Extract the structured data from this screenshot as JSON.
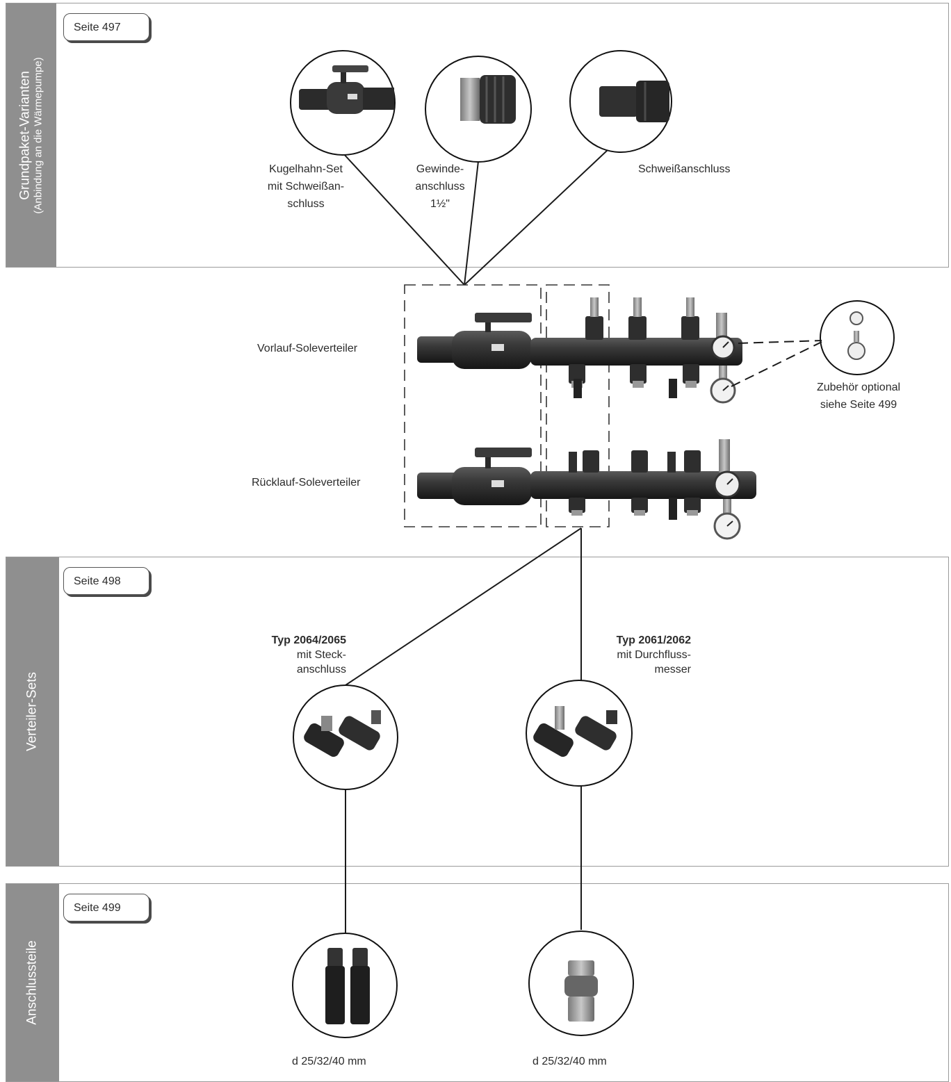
{
  "sections": {
    "grundpaket": {
      "title": "Grundpaket-Varianten",
      "subtitle": "(Anbindung an die Wärmepumpe)",
      "page_ref": "Seite 497",
      "variants": [
        {
          "lines": [
            "Kugelhahn-Set",
            "mit Schweißan-",
            "schluss"
          ]
        },
        {
          "lines": [
            "Gewinde-",
            "anschluss",
            "1½\""
          ]
        },
        {
          "lines": [
            "Schweißanschluss"
          ]
        }
      ]
    },
    "verteiler_sets": {
      "title": "Verteiler-Sets",
      "page_ref": "Seite 498",
      "items": [
        {
          "type": "Typ 2064/2065",
          "lines": [
            "mit Steck-",
            "anschluss"
          ]
        },
        {
          "type": "Typ 2061/2062",
          "lines": [
            "mit Durchfluss-",
            "messer"
          ]
        }
      ]
    },
    "anschlussteile": {
      "title": "Anschlussteile",
      "page_ref": "Seite 499",
      "items": [
        {
          "label": "d 25/32/40 mm"
        },
        {
          "label": "d 25/32/40 mm"
        }
      ]
    }
  },
  "manifold": {
    "vorlauf_label": "Vorlauf-Soleverteiler",
    "ruecklauf_label": "Rücklauf-Soleverteiler",
    "accessory_line1": "Zubehör optional",
    "accessory_line2": "siehe Seite 499"
  },
  "colors": {
    "sidebar": "#8f8f8f",
    "border": "#9a9a9a",
    "product": "#2a2a2a",
    "line": "#1a1a1a"
  }
}
